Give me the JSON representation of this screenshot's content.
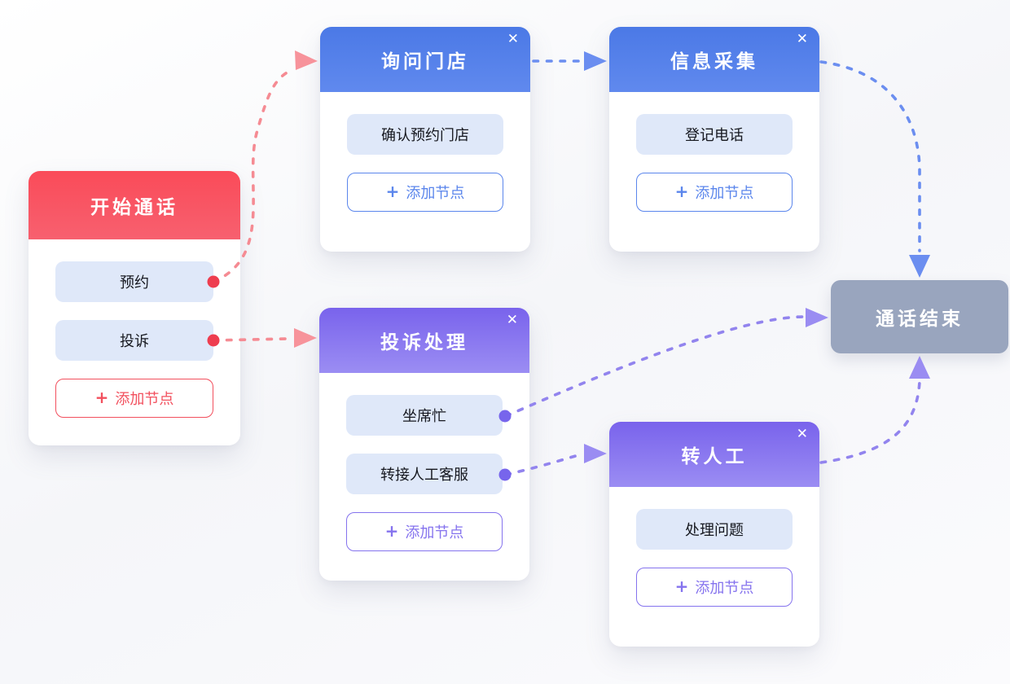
{
  "ui": {
    "close_glyph": "✕",
    "plus_glyph": "+"
  },
  "palette": {
    "red_header_top": "#FA4B59",
    "red_header_bottom": "#F7606F",
    "blue_header_top": "#4B79E6",
    "blue_header_bottom": "#6089EE",
    "purple_header_top": "#7963EC",
    "purple_header_bottom": "#9B8DF3",
    "item_background": "#DFE8F9",
    "end_node_background": "#99A5BE",
    "edge_red": "#F58B93",
    "edge_blue": "#6B8EF0",
    "edge_purple": "#9284EE",
    "port_dot_red": "#EE3D4F",
    "port_dot_purple": "#7765EC"
  },
  "nodes": [
    {
      "title": "开始通话",
      "theme": "red",
      "items": [
        "预约",
        "投诉"
      ],
      "add_label": "添加节点"
    },
    {
      "title": "询问门店",
      "theme": "blue",
      "items": [
        "确认预约门店"
      ],
      "add_label": "添加节点"
    },
    {
      "title": "信息采集",
      "theme": "blue",
      "items": [
        "登记电话"
      ],
      "add_label": "添加节点"
    },
    {
      "title": "投诉处理",
      "theme": "purple",
      "items": [
        "坐席忙",
        "转接人工客服"
      ],
      "add_label": "添加节点"
    },
    {
      "title": "转人工",
      "theme": "purple",
      "items": [
        "处理问题"
      ],
      "add_label": "添加节点"
    }
  ],
  "end_node": {
    "title": "通话结束"
  },
  "edges": [
    {
      "from": "开始通话.预约",
      "to": "询问门店",
      "color": "red"
    },
    {
      "from": "开始通话.投诉",
      "to": "投诉处理",
      "color": "red"
    },
    {
      "from": "询问门店",
      "to": "信息采集",
      "color": "blue"
    },
    {
      "from": "信息采集",
      "to": "通话结束",
      "color": "blue"
    },
    {
      "from": "投诉处理.坐席忙",
      "to": "通话结束",
      "color": "purple"
    },
    {
      "from": "投诉处理.转接人工客服",
      "to": "转人工",
      "color": "purple"
    },
    {
      "from": "转人工",
      "to": "通话结束",
      "color": "purple"
    }
  ]
}
